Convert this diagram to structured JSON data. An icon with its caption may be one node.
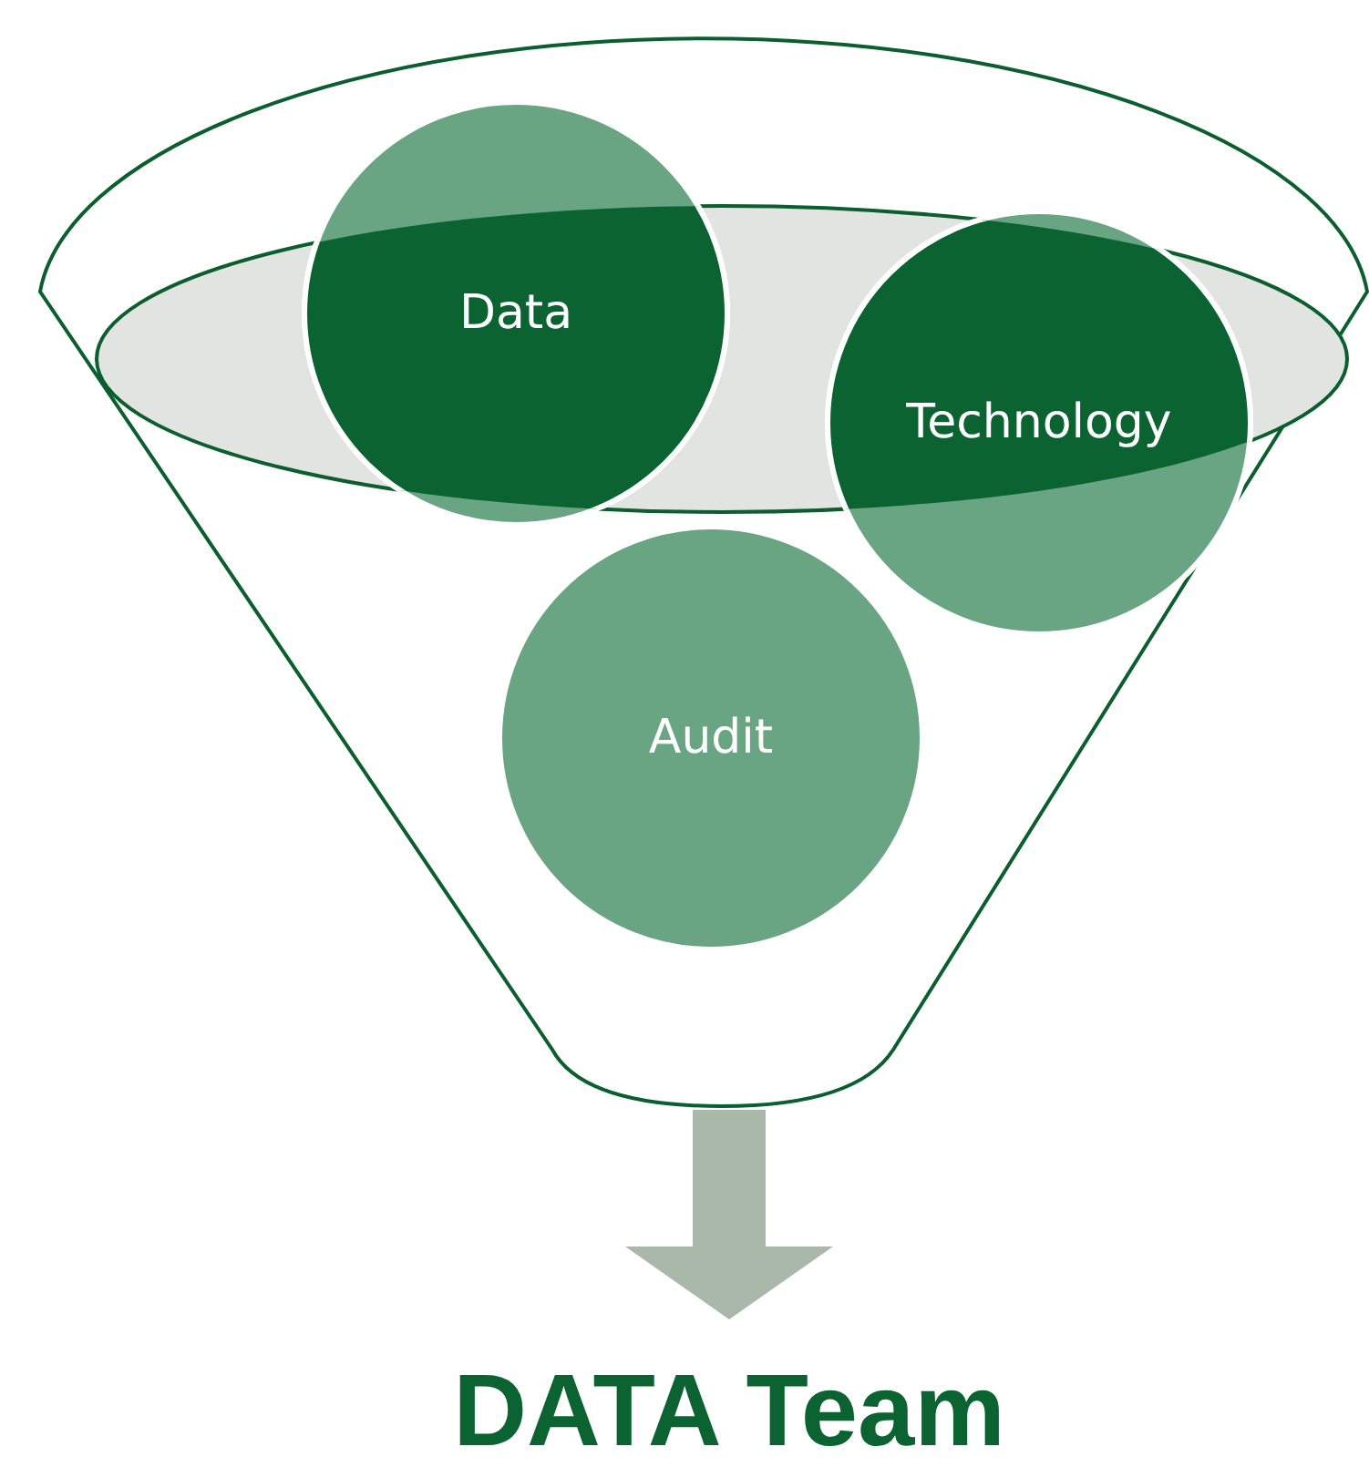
{
  "diagram": {
    "nodes": [
      {
        "text": [],
        "shape": "funnel"
      },
      {
        "text": [
          "Data"
        ],
        "in": 0
      },
      {
        "text": [
          "Technology"
        ],
        "in": 0
      },
      {
        "text": [
          "Audit"
        ],
        "in": 0
      },
      {
        "text": [
          "DATA Team"
        ]
      }
    ],
    "edges": [
      {
        "from": 0,
        "to": 4,
        "arrow": "to",
        "color": "#aab8aa"
      }
    ]
  }
}
